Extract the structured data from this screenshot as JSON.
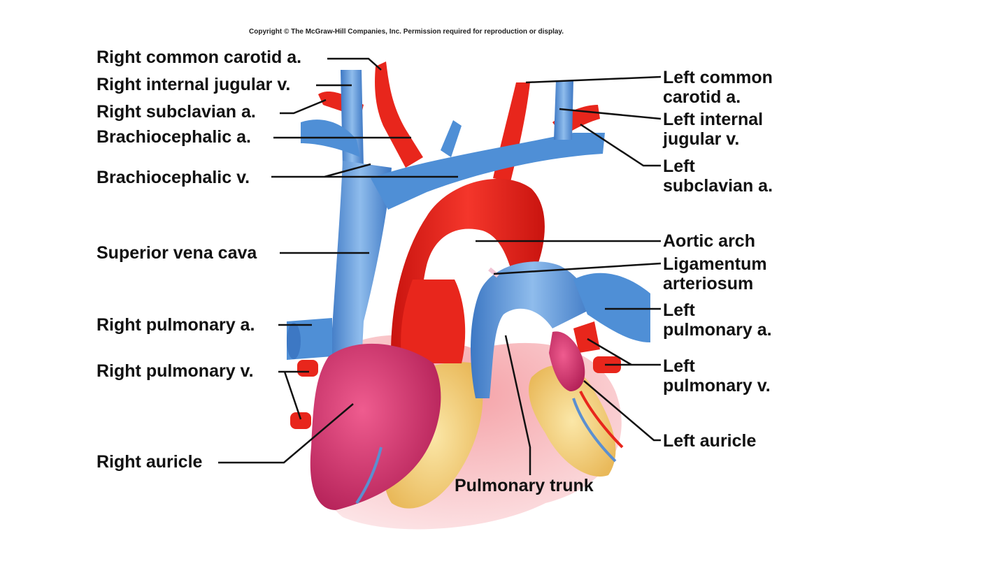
{
  "copyright": "Copyright © The McGraw-Hill Companies, Inc. Permission required for reproduction or display.",
  "labels": {
    "right_common_carotid": "Right common carotid a.",
    "right_internal_jugular": "Right internal jugular v.",
    "right_subclavian": "Right subclavian a.",
    "brachiocephalic_a": "Brachiocephalic a.",
    "brachiocephalic_v": "Brachiocephalic v.",
    "superior_vena_cava": "Superior vena cava",
    "right_pulmonary_a": "Right pulmonary a.",
    "right_pulmonary_v": "Right pulmonary v.",
    "right_auricle": "Right auricle",
    "pulmonary_trunk": "Pulmonary trunk",
    "left_common_carotid_1": "Left common",
    "left_common_carotid_2": "carotid a.",
    "left_internal_jugular_1": "Left internal",
    "left_internal_jugular_2": "jugular v.",
    "left_subclavian_1": "Left",
    "left_subclavian_2": "subclavian a.",
    "aortic_arch": "Aortic arch",
    "ligamentum_1": "Ligamentum",
    "ligamentum_2": "arteriosum",
    "left_pulmonary_a_1": "Left",
    "left_pulmonary_a_2": "pulmonary a.",
    "left_pulmonary_v_1": "Left",
    "left_pulmonary_v_2": "pulmonary v.",
    "left_auricle": "Left auricle"
  },
  "colors": {
    "artery": "#e8261c",
    "vein": "#4f8fd6",
    "auricle": "#d6336c",
    "fat": "#f5d27a",
    "leader": "#111111"
  }
}
